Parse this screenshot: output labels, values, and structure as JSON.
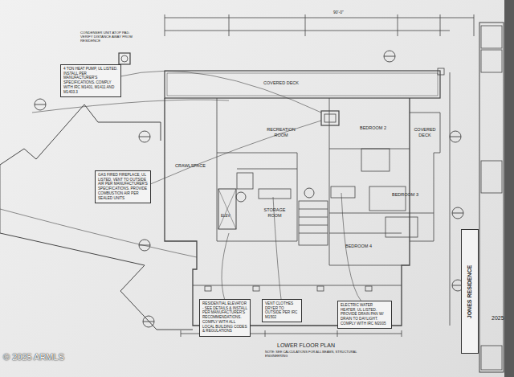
{
  "diagram": {
    "nodes": [
      {
        "text": [
          "4 TON HEAT PUMP, UL LISTED. INSTALL PER MANUFACTURER'S SPECIFICATIONS. COMPLY WITH IRC M1401, M1411 AND M1403.3"
        ]
      },
      {
        "text": [
          "GAS FIRED FIREPLACE, UL LISTED. VENT TO OUTSIDE AIR PER MANUFACTURER'S SPECIFICATIONS. PROVIDE COMBUSTION AIR PER SEALED UNITS"
        ]
      },
      {
        "text": [
          "RESIDENTIAL ELEVATOR - SEE DETAILS & INSTALL PER MANUFACTURER'S RECOMMENDATIONS. COMPLY WITH ALL LOCAL BUILDING CODES & REGULATIONS"
        ]
      },
      {
        "text": [
          "VENT CLOTHES DRYER TO OUTSIDE PER IRC M1502"
        ]
      },
      {
        "text": [
          "ELECTRIC WATER HEATER, UL LISTED. PROVIDE DRAIN PAN W/ DRAIN TO DAYLIGHT. COMPLY WITH IRC M2005"
        ]
      },
      {
        "text": [
          "JONES RESIDENCE"
        ]
      }
    ],
    "labels": [
      "COVERED DECK",
      "RECREATION ROOM",
      "BEDROOM 2",
      "COVERED DECK",
      "CRAWLSPACE",
      "STORAGE ROOM",
      "BEDROOM 3",
      "BEDROOM 4",
      "ELEV",
      "CONDENSER UNIT ATOP PAD. VERIFY DISTANCE AWAY FROM RESIDENCE",
      "LOWER FLOOR PLAN",
      "NOTE: SEE CALCULATIONS FOR ALL BEAMS, STRUCTURAL ENGINEERING",
      "© 2025 ARMLS",
      "90'-0\"",
      "2025"
    ]
  }
}
